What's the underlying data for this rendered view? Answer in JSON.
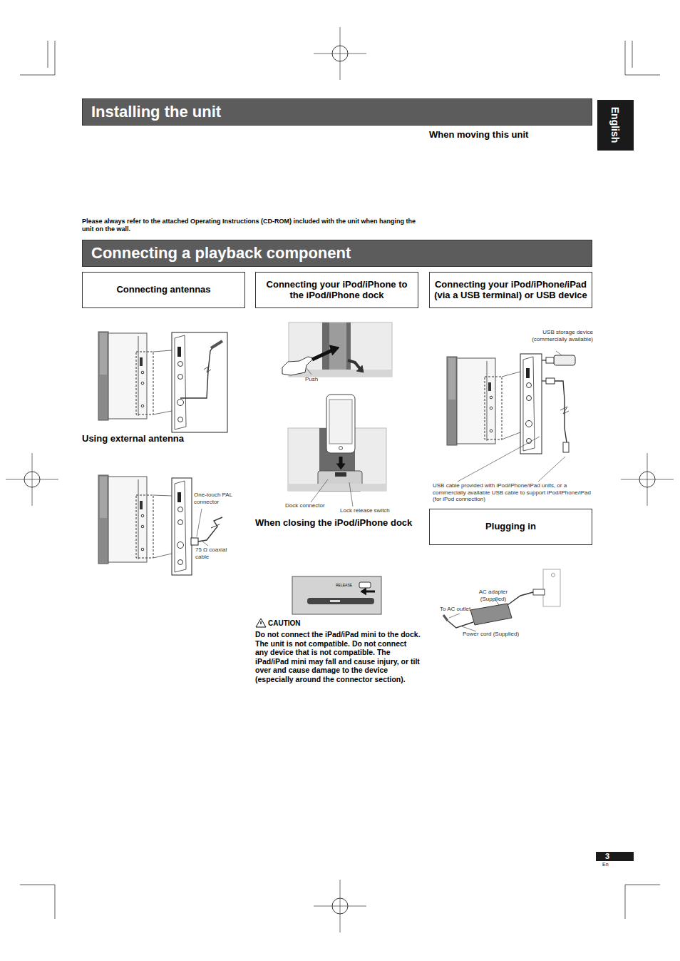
{
  "diagram": {
    "nodes": [
      {
        "text": [
          "Installing the unit"
        ]
      },
      {
        "text": [
          "English"
        ]
      },
      {
        "text": [
          "Connecting a playback component"
        ]
      },
      {
        "text": [
          "Connecting antennas"
        ]
      },
      {
        "text": [
          "Connecting your iPod/iPhone to the iPod/iPhone dock"
        ]
      },
      {
        "text": [
          "Connecting your iPod/iPhone/iPad (via a USB terminal) or USB device"
        ]
      },
      {
        "text": [
          "Plugging in"
        ]
      },
      {
        "text": [
          "3"
        ]
      }
    ],
    "labels": [
      "When moving this unit",
      "Please always refer to the attached Operating Instructions (CD-ROM) included with the unit when hanging the unit on the wall.",
      "Using external antenna",
      "One-touch PAL connector",
      "75 Ω coaxial cable",
      "Push",
      "Dock connector",
      "Lock release switch",
      "When closing the iPod/iPhone dock",
      "RELEASE",
      "CAUTION",
      "Do not connect the iPad/iPad mini to the dock. The unit is not compatible. Do not connect any device that is not compatible. The iPad/iPad mini may fall and cause injury, or tilt over and cause damage to the device (especially around the connector section).",
      "USB storage device (commercially available)",
      "USB cable provided with iPod/iPhone/iPad units, or a commercially available USB cable to support iPod/iPhone/iPad (for iPod connection)",
      "AC adapter (Supplied)",
      "To AC outlet",
      "Power cord (Supplied)",
      "En"
    ]
  }
}
